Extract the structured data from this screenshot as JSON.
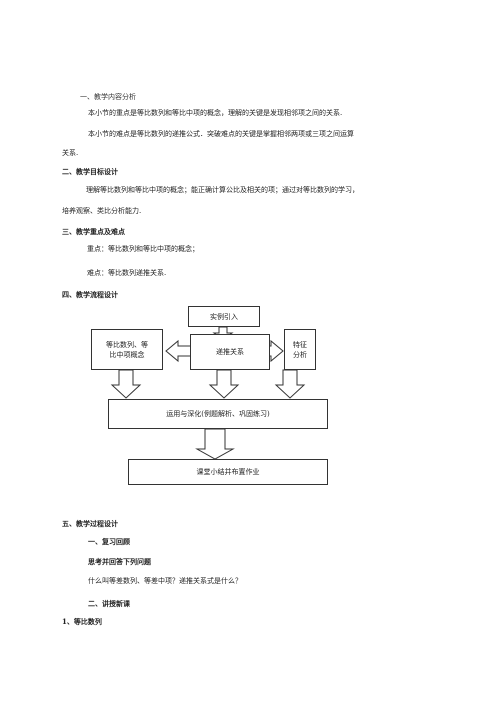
{
  "sections": {
    "s1_heading": "一、教学内容分析",
    "s1_p1": "本小节的重点是等比数列和等比中项的概念，理解的关键是发现相邻项之间的关系.",
    "s1_p2_line1": "本小节的难点是等比数列的递推公式．突破难点的关键是掌握相邻两项或三项之间运算",
    "s1_p2_line2": "关系.",
    "s2_heading": "二、教学目标设计",
    "s2_p_line1": "理解等比数列和等比中项的概念；能正确计算公比及相关的项；通过对等比数列的学习，",
    "s2_p_line2": "培养观察、类比分析能力.",
    "s3_heading": "三、教学重点及难点",
    "s3_key": "重点：等比数列和等比中项的概念；",
    "s3_difficulty": "难点：等比数列递推关系.",
    "s4_heading": "四、教学流程设计",
    "s5_heading": "五、教学过程设计",
    "s5_sub1": "一、复习回顾",
    "s5_sub1_q": "思考并回答下列问题",
    "s5_sub1_text": "什么叫等差数列、等差中项？递推关系式是什么？",
    "s5_sub2": "二、讲授新课",
    "s5_item1": "1、等比数列"
  },
  "flow": {
    "intro": "实例引入",
    "concept_line1": "等比数列、等",
    "concept_line2": "比中项概念",
    "recursion": "递推关系",
    "feature_line1": "特征",
    "feature_line2": "分析",
    "apply": "运用与深化(例题解析、巩固练习)",
    "summary": "课堂小结并布置作业"
  }
}
